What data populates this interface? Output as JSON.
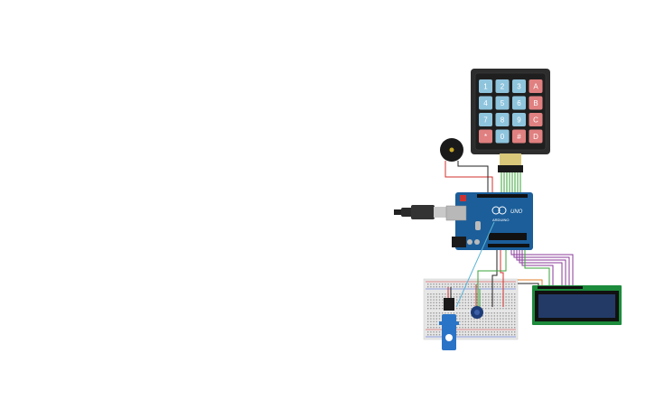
{
  "canvas": {
    "background": "#ffffff"
  },
  "components": {
    "keypad": {
      "keys": [
        "1",
        "2",
        "3",
        "A",
        "4",
        "5",
        "6",
        "B",
        "7",
        "8",
        "9",
        "C",
        "*",
        "0",
        "#",
        "D"
      ],
      "number_key_color": "#8fc4dd",
      "letter_key_color": "#e08080",
      "body_color": "#2d2d2d"
    },
    "buzzer": {
      "body_color": "#1a1a1a",
      "center_color": "#c8a82a"
    },
    "arduino": {
      "board_color": "#1b5e9a",
      "logo_text": "UNO",
      "brand_text": "ARDUINO"
    },
    "usb_cable": {
      "color": "#222222"
    },
    "breadboard": {
      "color": "#e6e6e6"
    },
    "potentiometer": {
      "color": "#1e3c78"
    },
    "servo": {
      "color": "#2a74c7"
    },
    "lcd": {
      "board_color": "#1c8b3c",
      "screen_color": "#233a66"
    }
  },
  "wire_colors": {
    "red": "#d3302d",
    "black": "#222222",
    "green": "#3aa33a",
    "purple": "#8a3a9a",
    "blue": "#5bb5d6",
    "orange": "#e07f2a"
  }
}
